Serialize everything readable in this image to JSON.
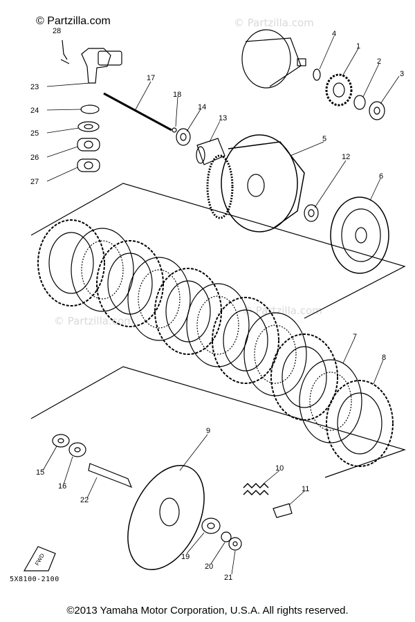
{
  "watermark_logo": "© Partzilla.com",
  "watermarks": [
    "© Partzilla.com",
    "© Partzilla.com",
    "© Partzilla.com"
  ],
  "diagram_code": "5X8100-2100",
  "copyright": "©2013 Yamaha Motor Corporation, U.S.A. All rights reserved.",
  "fwd_label": "FWD",
  "callouts": [
    "1",
    "2",
    "3",
    "4",
    "5",
    "6",
    "7",
    "8",
    "9",
    "10",
    "11",
    "12",
    "13",
    "14",
    "15",
    "16",
    "17",
    "18",
    "19",
    "20",
    "21",
    "22",
    "23",
    "24",
    "25",
    "26",
    "27",
    "28"
  ]
}
